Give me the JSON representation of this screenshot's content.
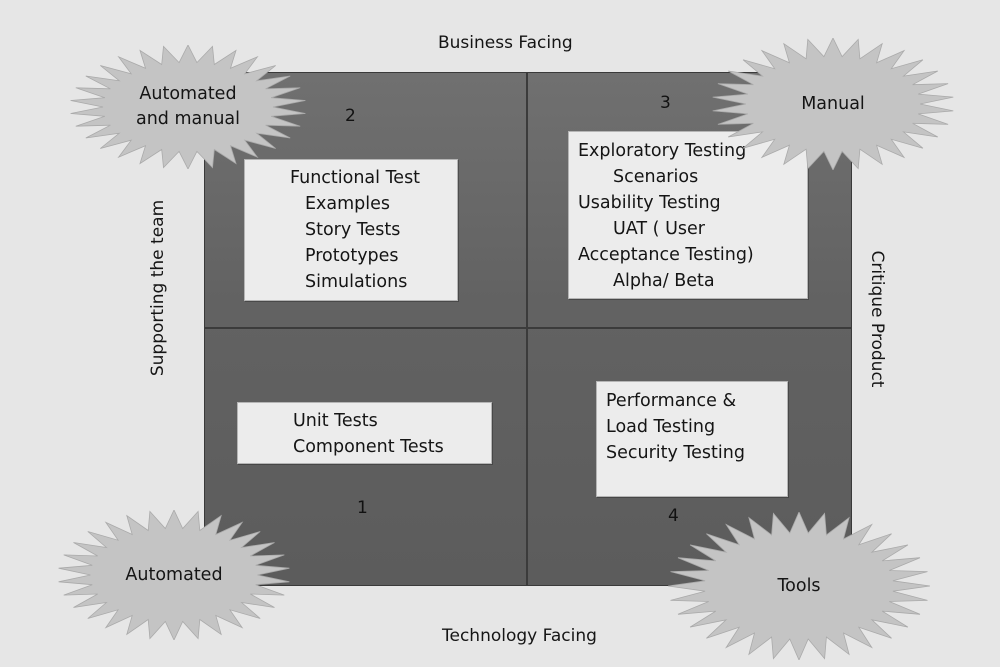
{
  "axes": {
    "top": "Business Facing",
    "bottom": "Technology Facing",
    "left": "Supporting the team",
    "right": "Critique Product"
  },
  "quadrants": [
    {
      "id": "q2",
      "number": "2",
      "lines": [
        "Functional Test",
        "Examples",
        "Story Tests",
        "Prototypes",
        "Simulations"
      ]
    },
    {
      "id": "q3",
      "number": "3",
      "lines": [
        "Exploratory Testing",
        "Scenarios",
        "Usability Testing",
        "UAT ( User",
        "Acceptance Testing)",
        "Alpha/ Beta"
      ]
    },
    {
      "id": "q1",
      "number": "1",
      "lines": [
        "Unit Tests",
        "Component Tests"
      ]
    },
    {
      "id": "q4",
      "number": "4",
      "lines": [
        "Performance &",
        "Load Testing",
        "Security Testing"
      ]
    }
  ],
  "bursts": {
    "top_left": [
      "Automated",
      "and manual"
    ],
    "top_right": [
      "Manual"
    ],
    "bottom_left": [
      "Automated"
    ],
    "bottom_right": [
      "Tools"
    ]
  },
  "colors": {
    "background": "#e6e6e6",
    "matrix": "#666666",
    "box": "#ececec",
    "burst": "#c4c4c4"
  }
}
